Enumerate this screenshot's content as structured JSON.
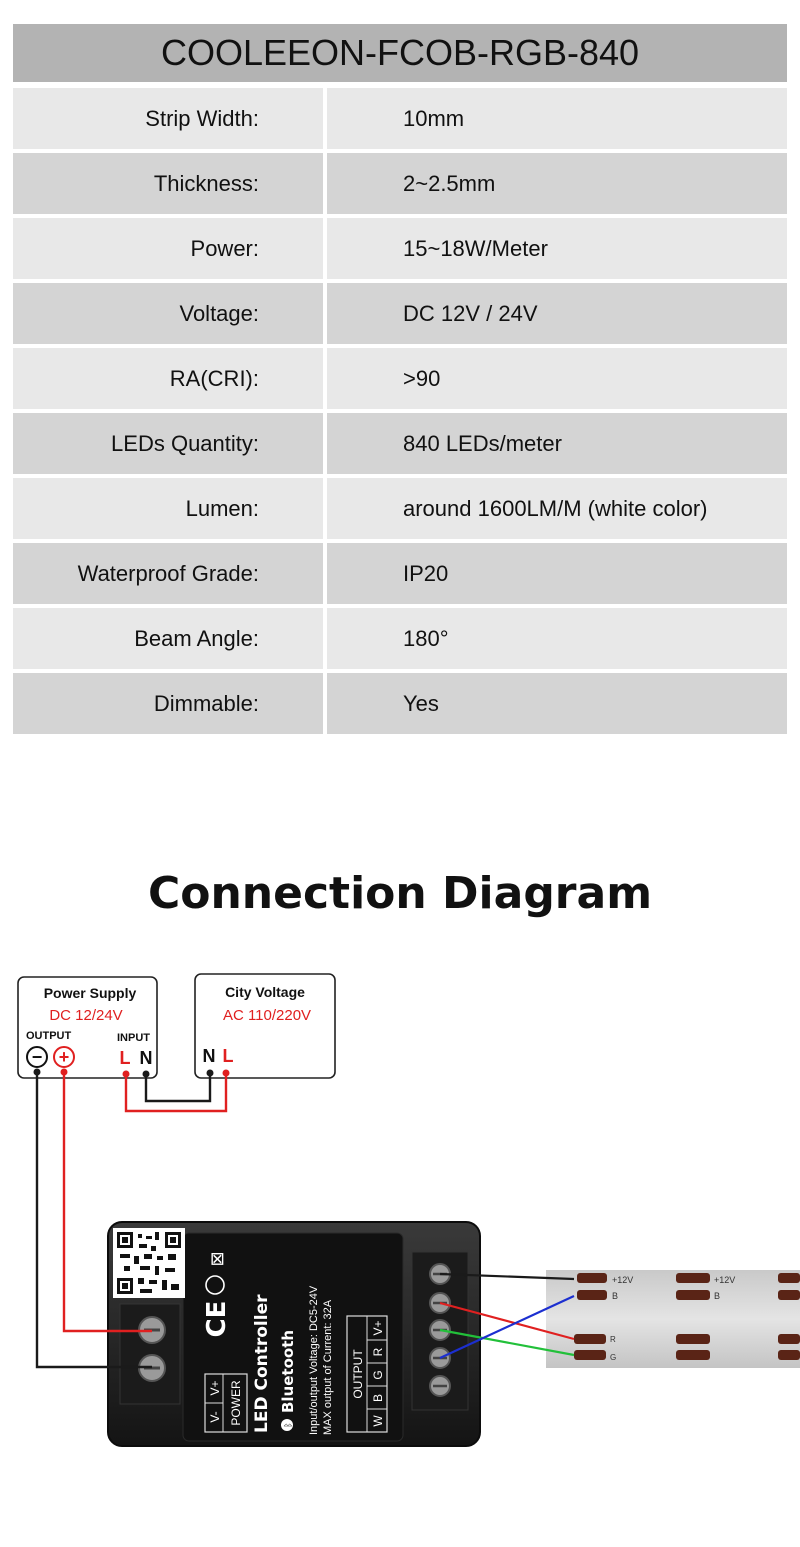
{
  "spec_table": {
    "title": "COOLEEON-FCOB-RGB-840",
    "rows": [
      {
        "label": "Strip Width:",
        "value": "10mm"
      },
      {
        "label": "Thickness:",
        "value": "2~2.5mm"
      },
      {
        "label": "Power:",
        "value": "15~18W/Meter"
      },
      {
        "label": "Voltage:",
        "value": "DC 12V / 24V"
      },
      {
        "label": "RA(CRI):",
        "value": ">90"
      },
      {
        "label": "LEDs Quantity:",
        "value": "840 LEDs/meter"
      },
      {
        "label": "Lumen:",
        "value": "around 1600LM/M (white color)"
      },
      {
        "label": "Waterproof Grade:",
        "value": "IP20"
      },
      {
        "label": "Beam Angle:",
        "value": "180°"
      },
      {
        "label": "Dimmable:",
        "value": "Yes"
      }
    ]
  },
  "diagram": {
    "title": "Connection Diagram",
    "power_supply": {
      "title": "Power Supply",
      "voltage": "DC 12/24V",
      "output_label": "OUTPUT",
      "input_label": "INPUT",
      "minus": "−",
      "plus": "+",
      "l": "L",
      "n": "N"
    },
    "city_voltage": {
      "title": "City Voltage",
      "voltage": "AC 110/220V",
      "n": "N",
      "l": "L"
    },
    "controller": {
      "name": "LED Controller",
      "bluetooth": "Bluetooth",
      "spec_line1": "Input/output Voltage: DC5-24V",
      "spec_line2": "MAX output of Current: 32A",
      "power_label": "POWER",
      "power_terminals": [
        "V-",
        "V+"
      ],
      "output_label": "OUTPUT",
      "output_terminals": [
        "W",
        "B",
        "G",
        "R",
        "V+"
      ]
    },
    "strip": {
      "labels": [
        "+12V",
        "B",
        "R",
        "G",
        "+12V",
        "B"
      ]
    },
    "colors": {
      "wire_red": "#e02020",
      "wire_black": "#1a1a1a",
      "wire_blue": "#1c2fd0",
      "wire_green": "#22c03a",
      "accent_red": "#e02020"
    }
  }
}
